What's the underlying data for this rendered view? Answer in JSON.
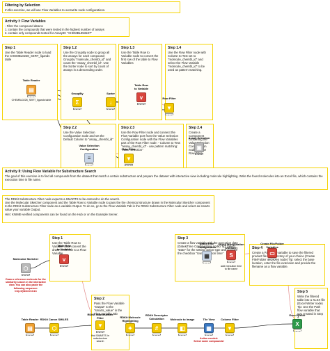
{
  "header": {
    "title": "Filtering by Selection",
    "subtitle": "In this exercise, we will use Flow Variables to overwrite node configurations."
  },
  "activity1": {
    "title": "Activity I: Flow Variables",
    "lines": [
      "- Filter the compound data to",
      "1. contain the compounds that were tested in the highest number of assays",
      "2. contain only compounds tested for AssayID: \"CHEMBL853187\""
    ]
  },
  "step1": {
    "title": "Step 1",
    "text": "Use the Table Reader node to load the CHEMBL0228_SERT_ligands table"
  },
  "step12": {
    "title": "Step 1.2",
    "text": "Use the GroupBy node to group all the assays for each compound; Groupby \"molecule_chembl_id\" and count the \"assay_chembl_id\". Use the Sorter node to sort by count of assays in a descending order."
  },
  "step13": {
    "title": "Step 1.3",
    "text": "Use the Table Row to Variable node to convert the first row of the table to Flow Variables"
  },
  "step14": {
    "title": "Step 1.4",
    "text": "Use the Row Filter node with Column to Test set to \"molecule_chembl_id\" and select the Flow Variable \"molecule_chembl_id\" to be used as pattern matching."
  },
  "step22": {
    "title": "Step 2.2",
    "text": "Use the Value Selection Configuration node and set the Default Column to \"assay_chembl_id\""
  },
  "step23": {
    "title": "Step 2.3",
    "text": "Use the Row Filter node and connect the Flow Variable port from the Value Selection Configuration node with the Flow Variables part of the Row Filter node: - Column to Test: \"assay_chembl_id\" - use pattern matching: \"value-selection\""
  },
  "step24": {
    "title": "Step 2.4",
    "text": "Create a Component containing the Value Selection Configuration node and the Row Filter."
  },
  "activity2": {
    "title": "Activity II: Using Flow Variable for Substructure Search",
    "text": "The goal of this exercise is to find all compounds from the dataset that match a certain substructure and prepare the dataset with interactive view including molecule highlighting. Write the found molecules into an Excel file, which contains the execution time in file name."
  },
  "rdkitNote": {
    "p1": "The RDKit Substructure Filter node expects a SMARTS to be entered to do the search.",
    "p2": "Use the Molecular Sketcher component and the Table Row to Variable node to pass the the chemical structure drawn in the Molecular Sketcher component to the RDKit Substructure Filter node as a variable Output. To do so, go to the Flow Variable Tab in the RDKit Substructure Filter node and select as smarts value your variable Output.",
    "p3": "Hint: KNIME-verified components can be found on the Hub or on the Example Server."
  },
  "s1b": {
    "title": "Step 1",
    "text": "Use the Table Row to Variable node convert the drawn molecule to a Flow Variable"
  },
  "s2b": {
    "title": "Step 2",
    "text": "Pass the Flow Variable \"Output\" to the \"smarts_value\" in the Flow Variable Tab"
  },
  "s3b": {
    "title": "Step 3",
    "text": "Create a flow variable with the execution date (Date&Time Configuration node) Tip: Select \"Date\" for the setting option type and activate the checkbox \"Use execution time\""
  },
  "s4b": {
    "title": "Step 4",
    "text": "Create a Path flow variable to save the filtered product file in a directory of your choice (Create File/Folder Variables node) Tip: select the base location, enter the file extension and provide the filename as a flow variable."
  },
  "s5b": {
    "title": "Step 5",
    "text": "Write the filtered table into a XLSX file (Excel Writer node) Tip: Use the Path flow variable that you created in Step 4"
  },
  "nodes": {
    "tableReader1": {
      "label": "Table Reader",
      "comment": "CHEMBL0228_SERT_ligands table"
    },
    "groupby": {
      "label": "GroupBy"
    },
    "sorter": {
      "label": "Sorter"
    },
    "tr2v1": {
      "label": "Table Row\nto Variable"
    },
    "rowFilter1": {
      "label": "Row Filter"
    },
    "valueSel": {
      "label": "Value Selection\nConfiguration"
    },
    "rowFilter2": {
      "label": "Row Filter"
    },
    "assaySel": {
      "label": "Assay Selection"
    },
    "molSketcher": {
      "label": "Molecular Sketcher",
      "comment": "Draw a reference molecule for the similarity search in the interactive view. You can also paste the following sequence: CC(=O)N1CCCC1C"
    },
    "tr2v2": {
      "label": "Table Row\nto Variable"
    },
    "dtConfig": {
      "label": "Date&Time\nConfiguration"
    },
    "stringManip": {
      "label": "String Manipulation\n(Variable)",
      "comment": "add execution time\nto file name"
    },
    "createFolder": {
      "label": "Create File/Folder\nVariables"
    },
    "tableReader2": {
      "label": "Table Reader"
    },
    "canonSmiles": {
      "label": "RDKit Canon SMILES"
    },
    "substructFilter": {
      "label": "RDKit Substructure\nFilter",
      "comment": "find SMARTS in\nsubstructure\nsearch"
    },
    "molHighlight": {
      "label": "RDKit Molecule\nHighlighting"
    },
    "descCalc": {
      "label": "RDKit Descriptor\nCalculation"
    },
    "molToImage": {
      "label": "Molecule to Image"
    },
    "tileView": {
      "label": "Tile View",
      "comment": "Action needed:\nSelect some compounds!"
    },
    "columnFilter": {
      "label": "Column Filter"
    },
    "excelWriter": {
      "label": "Excel Writer"
    }
  },
  "colors": {
    "annotationBorder": "#f5d300",
    "readerOrange": "#f0a030",
    "manipulatorYellow": "#f3c800",
    "variableRed": "#d8453c",
    "viewBlue": "#3a78c2",
    "componentGray": "#b9b9b9",
    "flowVariableLine": "#e28a8a"
  }
}
